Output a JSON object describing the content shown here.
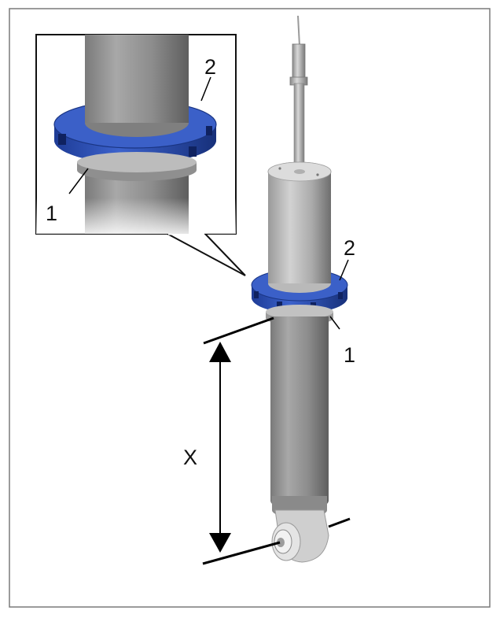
{
  "labels": {
    "inset_part_1": "1",
    "inset_part_2": "2",
    "main_part_1": "1",
    "main_part_2": "2",
    "dimension": "X"
  },
  "colors": {
    "frame": "#7a7a7a",
    "inset_frame": "#111111",
    "tube_light": "#c9c9c9",
    "tube_mid": "#9e9e9e",
    "tube_dark": "#6a6a6a",
    "ring_blue": "#2a4fb8",
    "ring_dark": "#1a3583",
    "ring_light": "#4a70d8",
    "metal_ring": "#a9a9a9",
    "line": "#000000"
  }
}
